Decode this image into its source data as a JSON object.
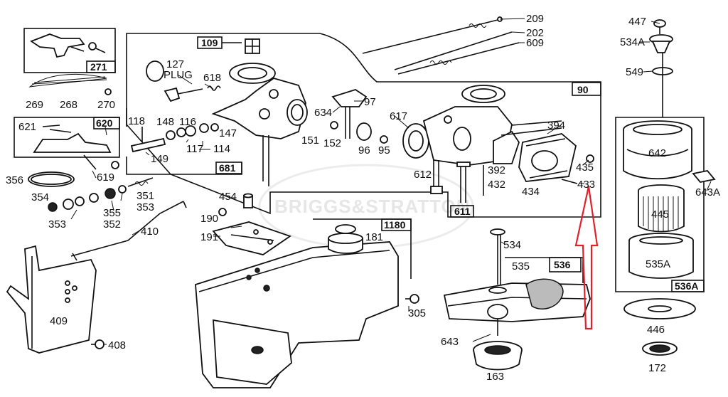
{
  "watermark": "BRIGGS&STRATTON",
  "groups": {
    "g271": "271",
    "g109": "109",
    "g620": "620",
    "g681": "681",
    "g90": "90",
    "g611": "611",
    "g1180": "1180",
    "g536": "536",
    "g536a": "536A"
  },
  "labels": {
    "p209": "209",
    "p202": "202",
    "p609": "609",
    "p447": "447",
    "p534a": "534A",
    "p549": "549",
    "p127": "127",
    "plug": "PLUG",
    "p618": "618",
    "p269": "269",
    "p268": "268",
    "p270": "270",
    "p621": "621",
    "p118": "118",
    "p148": "148",
    "p116": "116",
    "p147": "147",
    "p117": "117",
    "p114": "114",
    "p149": "149",
    "p634": "634",
    "p97": "97",
    "p151": "151",
    "p152": "152",
    "p96": "96",
    "p95": "95",
    "p617": "617",
    "p394": "394",
    "p612": "612",
    "p392": "392",
    "p432": "432",
    "p434": "434",
    "p435": "435",
    "p433": "433",
    "p642": "642",
    "p643a": "643A",
    "p445": "445",
    "p535a": "535A",
    "p356": "356",
    "p619": "619",
    "p354": "354",
    "p353a": "353",
    "p355": "355",
    "p352": "352",
    "p351": "351",
    "p353b": "353",
    "p454": "454",
    "p190": "190",
    "p191": "191",
    "p181": "181",
    "p410": "410",
    "p534": "534",
    "p535": "535",
    "p409": "409",
    "p305": "305",
    "p643": "643",
    "p446": "446",
    "p408": "408",
    "p163": "163",
    "p172": "172"
  },
  "colors": {
    "ink": "#111111",
    "highlight_arrow": "#e0202a",
    "watermark": "#e6e6e6"
  }
}
